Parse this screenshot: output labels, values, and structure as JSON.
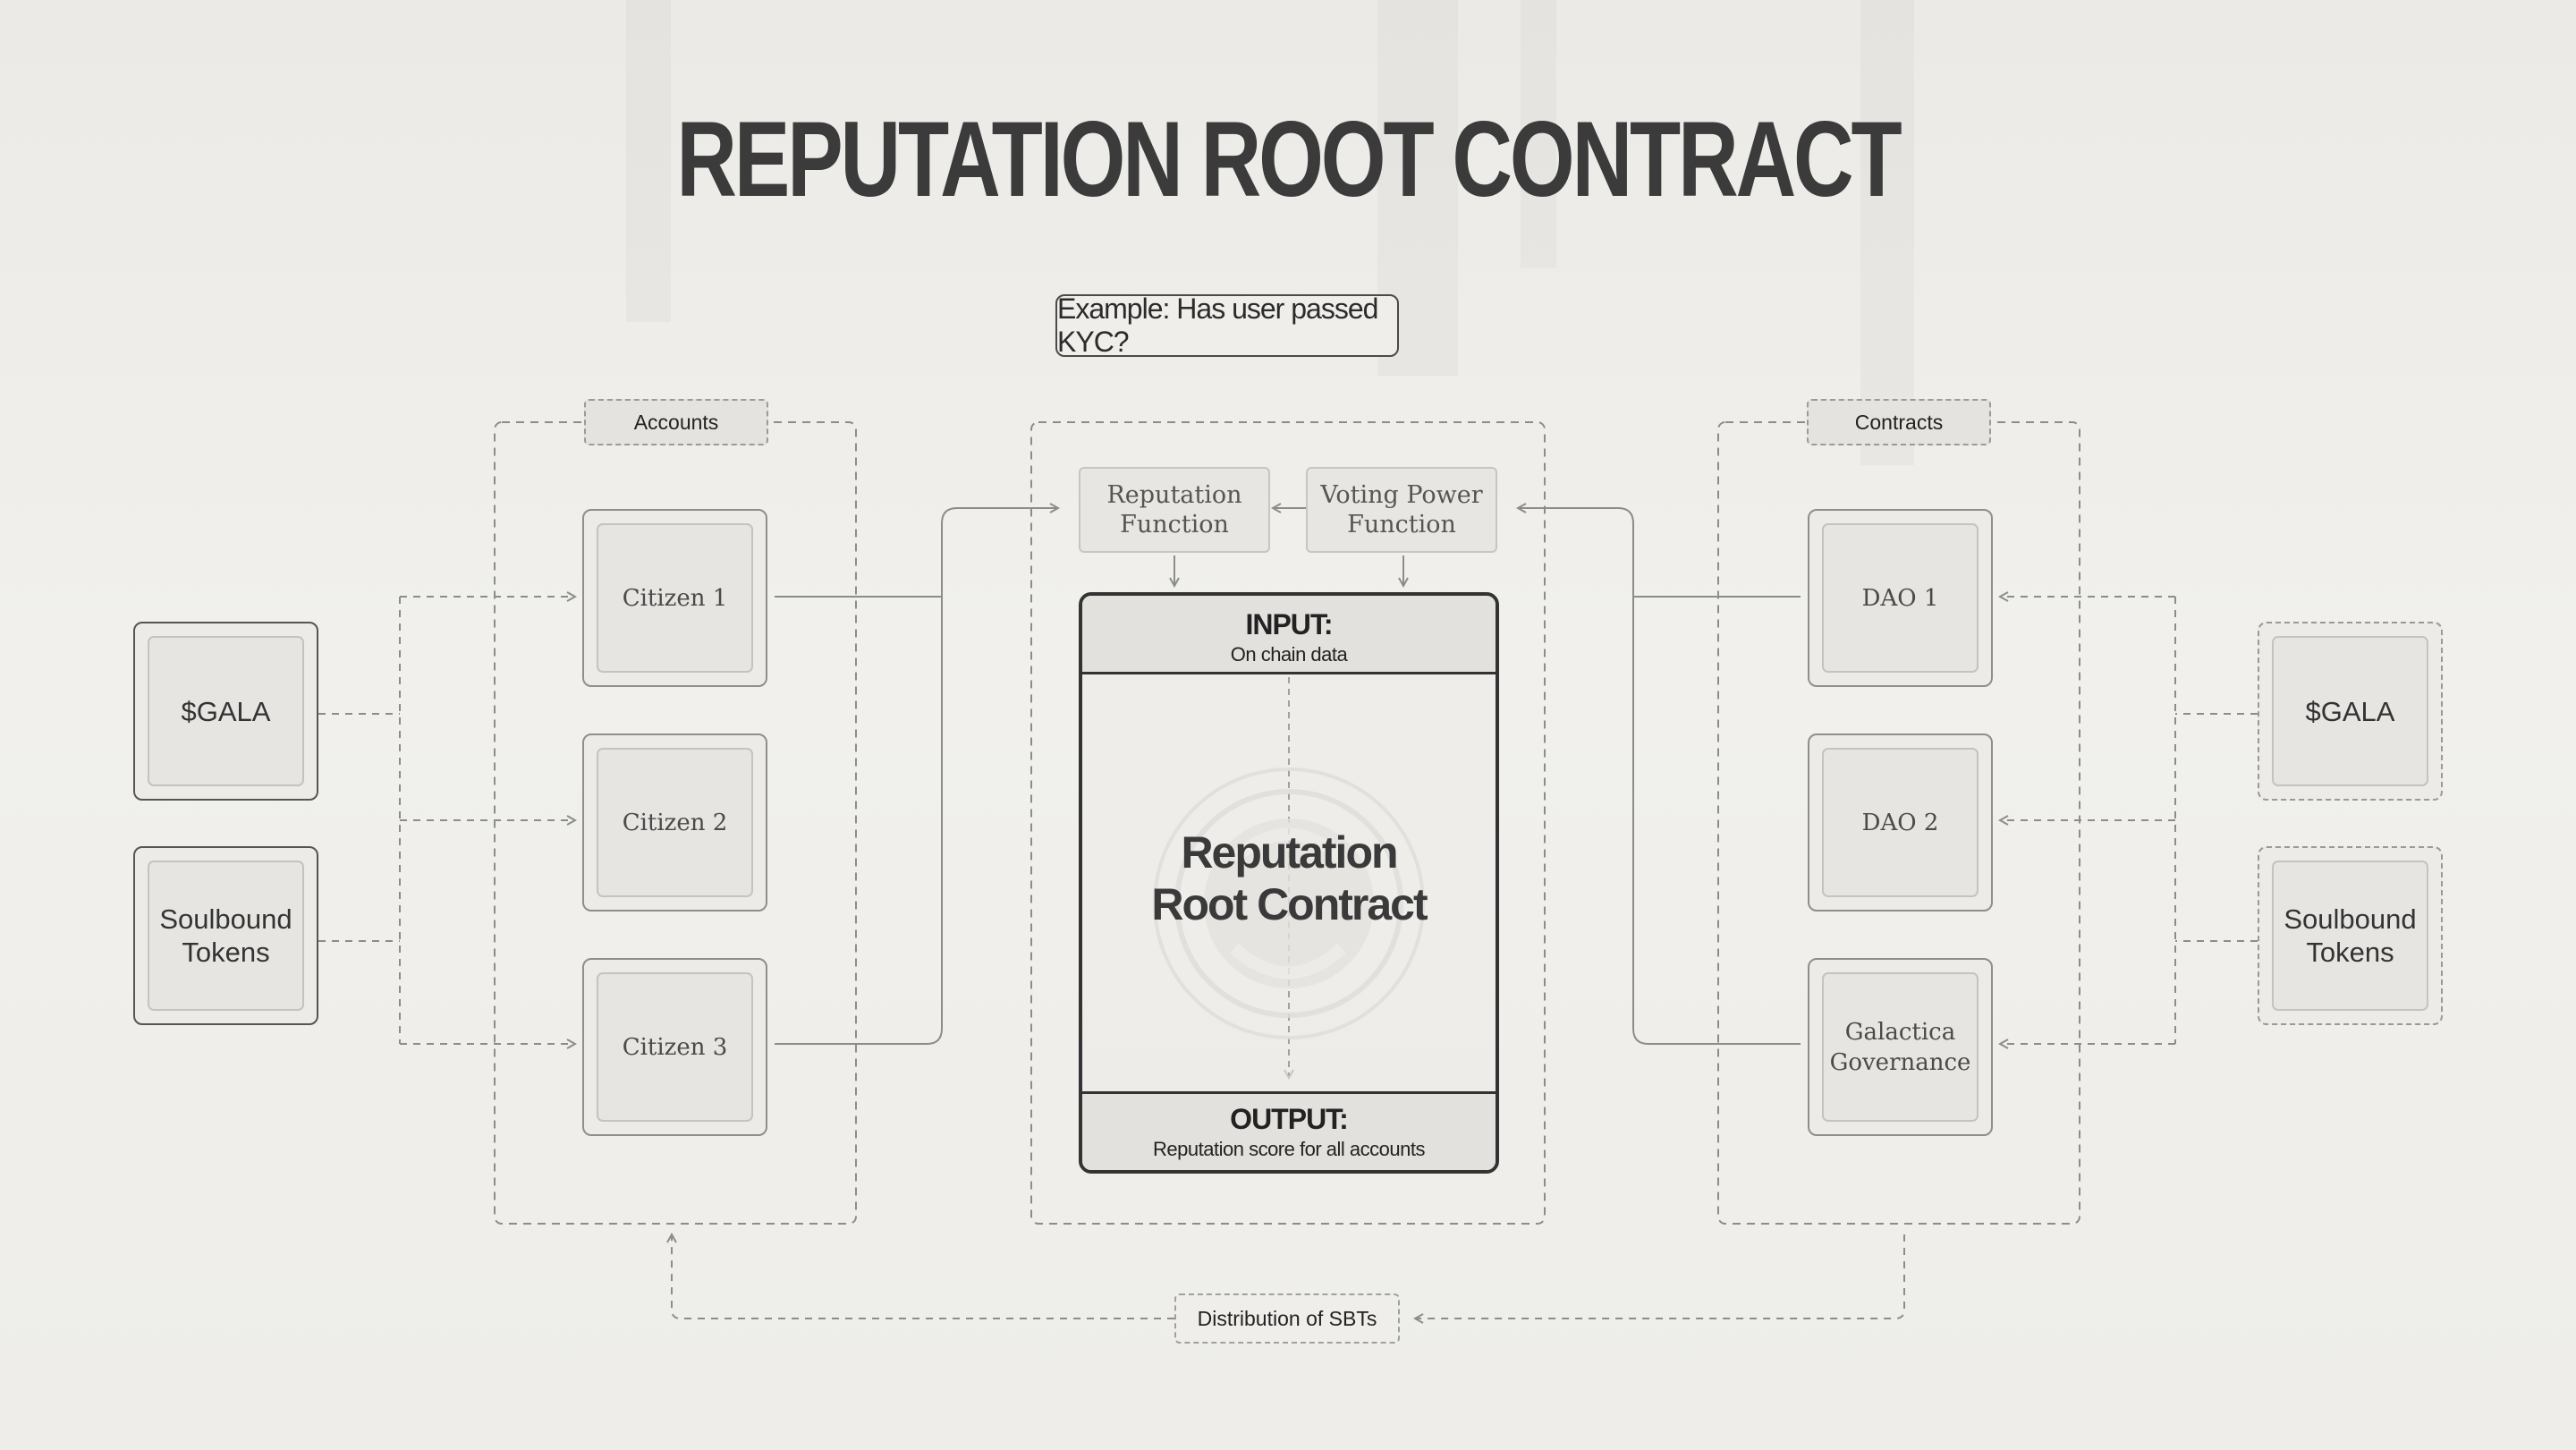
{
  "title": "REPUTATION ROOT CONTRACT",
  "example_question": "Example: Has user passed KYC?",
  "groups": {
    "accounts": "Accounts",
    "contracts": "Contracts"
  },
  "left_sources": [
    {
      "label": "$GALA"
    },
    {
      "label": "Soulbound Tokens"
    }
  ],
  "right_sources": [
    {
      "label": "$GALA"
    },
    {
      "label": "Soulbound Tokens"
    }
  ],
  "citizens": [
    {
      "label": "Citizen 1"
    },
    {
      "label": "Citizen 2"
    },
    {
      "label": "Citizen 3"
    }
  ],
  "contracts_list": [
    {
      "label": "DAO 1"
    },
    {
      "label": "DAO 2"
    },
    {
      "label": "Galactica Governance"
    }
  ],
  "functions": {
    "reputation": "Reputation Function",
    "voting_power": "Voting Power Function"
  },
  "core": {
    "input_title": "INPUT:",
    "input_sub": "On chain data",
    "label": "Reputation Root Contract",
    "output_title": "OUTPUT:",
    "output_sub": "Reputation score for all accounts"
  },
  "distribution": "Distribution of SBTs",
  "colors": {
    "background": "#eceae6",
    "line": "#8c8c8c",
    "dark_border": "#333333"
  }
}
